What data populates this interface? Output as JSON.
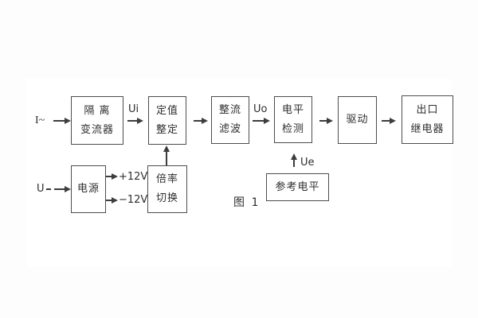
{
  "figure": {
    "caption": "图 1",
    "colors": {
      "background": "#fdfdfd",
      "panel": "#ffffff",
      "line": "#3d3d3d",
      "border": "#4d4d4d",
      "text": "#2e2e2e"
    },
    "inputs": {
      "current": "I~",
      "voltage": "U"
    },
    "signals": {
      "ui": "Ui",
      "uo": "Uo",
      "ue": "Ue",
      "plus12v": "+12V",
      "minus12v": "−12V"
    },
    "blocks": {
      "isolation": {
        "line1": "隔 离",
        "line2": "变流器"
      },
      "setpoint": {
        "line1": "定值",
        "line2": "整定"
      },
      "rectifier": {
        "line1": "整流",
        "line2": "滤波"
      },
      "level": {
        "line1": "电平",
        "line2": "检测"
      },
      "drive": {
        "line1": "驱动",
        "line2": ""
      },
      "relay": {
        "line1": "出口",
        "line2": "继电器"
      },
      "power": {
        "line1": "电源",
        "line2": ""
      },
      "multiplier": {
        "line1": "倍率",
        "line2": "切换"
      },
      "reference": {
        "line1": "参考电平",
        "line2": ""
      }
    }
  }
}
